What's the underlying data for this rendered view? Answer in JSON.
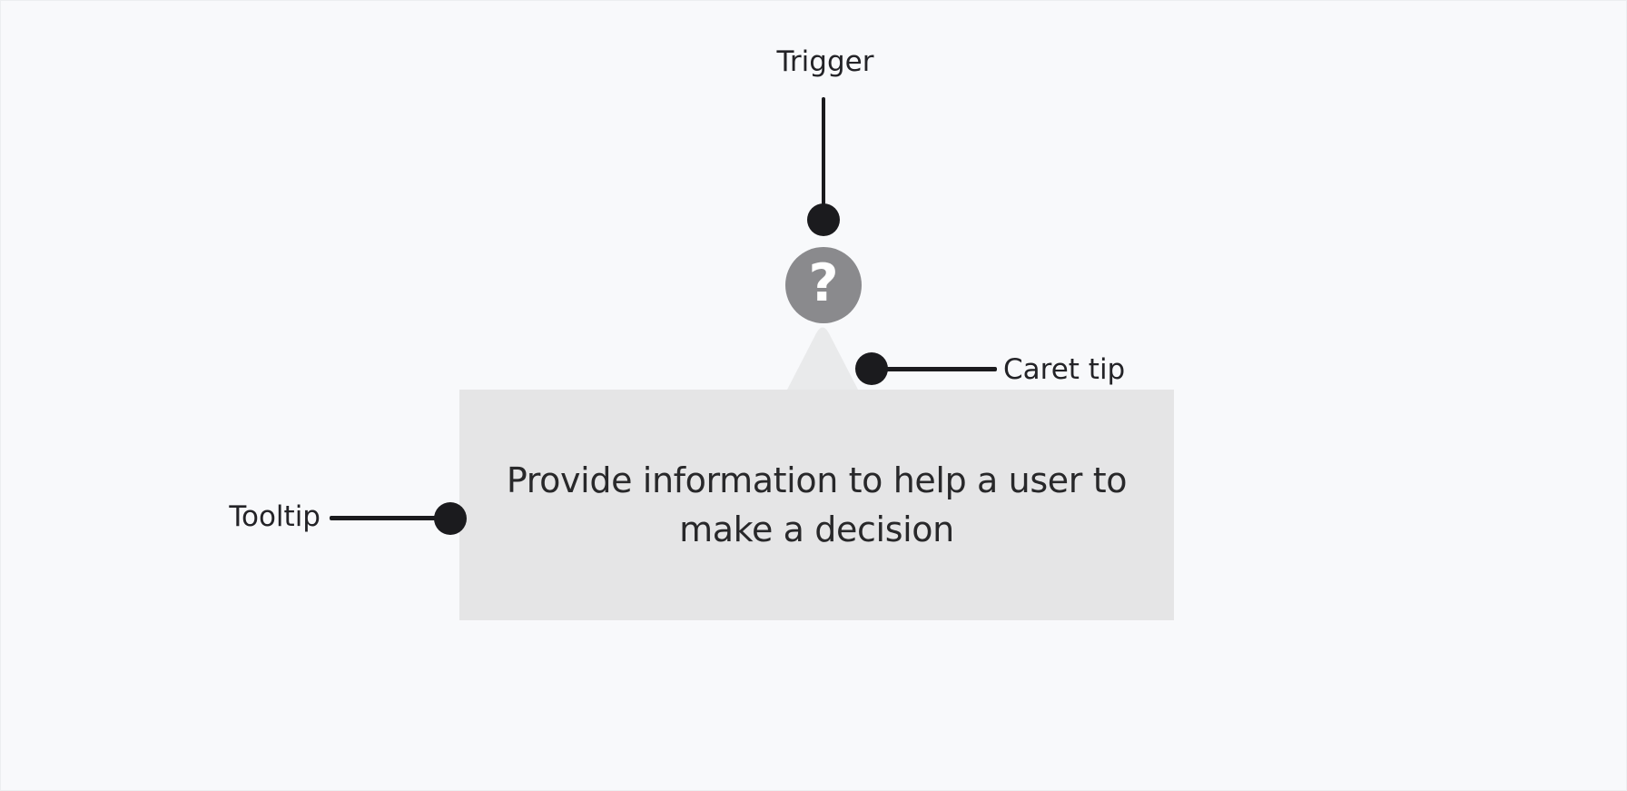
{
  "diagram": {
    "title_implied": "Tooltip anatomy",
    "annotations": {
      "trigger": {
        "label": "Trigger"
      },
      "caret_tip": {
        "label": "Caret tip"
      },
      "tooltip": {
        "label": "Tooltip"
      }
    },
    "trigger_icon": {
      "name": "help-icon",
      "glyph": "?"
    },
    "tooltip": {
      "text": "Provide information to help a user to make a decision",
      "text_lines": [
        "Provide information to help a user to",
        "make a decision"
      ]
    },
    "colors": {
      "background": "#f8f9fb",
      "tooltip_bg": "#e5e5e6",
      "caret_bg": "#e9eaeb",
      "trigger_icon_bg": "#8a8a8d",
      "trigger_icon_glyph": "#ffffff",
      "annotation_ink": "#1b1b1e",
      "label_text": "#232327",
      "tooltip_text": "#28282a"
    }
  }
}
